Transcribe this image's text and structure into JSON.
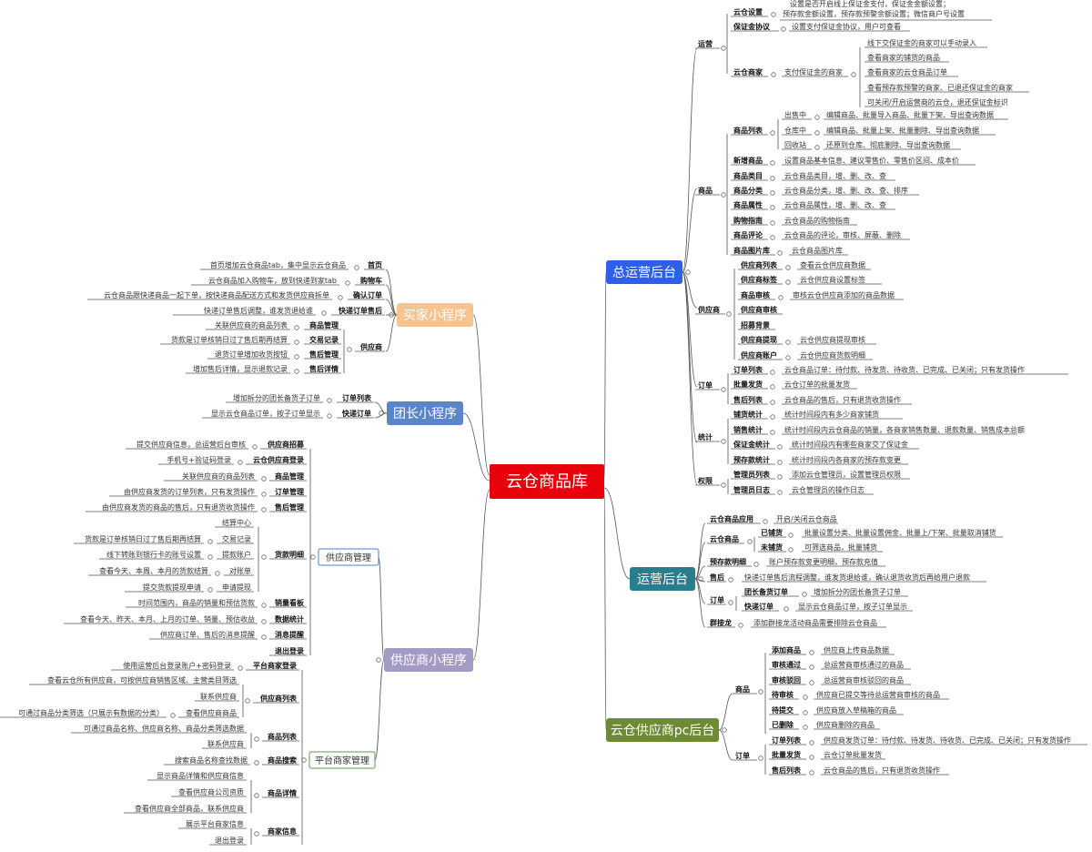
{
  "center": {
    "label": "云仓商品库",
    "color": "#e8000b"
  },
  "branches": {
    "b1": {
      "label": "总运营后台",
      "color": "#2f5fe8"
    },
    "b2": {
      "label": "运营后台",
      "color": "#2b7c8c"
    },
    "b3": {
      "label": "云仓供应商pc后台",
      "color": "#6d8b35"
    },
    "b4": {
      "label": "买家小程序",
      "color": "#f7c38f"
    },
    "b5": {
      "label": "团长小程序",
      "color": "#5b86c6"
    },
    "b6": {
      "label": "供应商小程序",
      "color": "#a49bc5"
    },
    "h1": {
      "label": "供应商管理"
    },
    "h2": {
      "label": "平台商家管理"
    }
  },
  "labels": {
    "r1": "运营",
    "r2": "云仓设置",
    "r3": "设置是否开启线上保证金支付，保证金金额设置；",
    "r4": "预存款金额设置，预存款预警余额设置；微信商户号设置",
    "r5": "保证金协议",
    "r6": "设置支付保证金协议，用户可查看",
    "r7": "云仓商家",
    "r8": "支付保证金的商家",
    "r9": "线下交保证金的商家可以手动录入",
    "r10": "查看商家的铺货的商品",
    "r11": "查看商家的云仓商品订单",
    "r12": "查看预存款预警的商家、已退还保证金的商家",
    "r13": "可关闭/开启运营商的云仓，退还保证金标识",
    "r14": "商品",
    "r15": "商品列表",
    "r16": "出售中",
    "r17": "编辑商品、批量导入商品、批量下架、导出查询数据",
    "r18": "仓库中",
    "r19": "编辑商品、批量上架、批量删除、导出查询数据",
    "r20": "回收站",
    "r21": "还原到仓库、彻底删除、导出查询数据",
    "r22": "新增商品",
    "r23": "设置商品基本信息、建议零售价、零售价区间、成本价",
    "r24": "商品类目",
    "r25": "云仓商品类目，增、删、改、查",
    "r26": "商品分类",
    "r27": "云仓商品分类，增、删、改、查、排序",
    "r28": "商品属性",
    "r29": "云仓商品属性，增、删、改、查",
    "r30": "购物指南",
    "r31": "云仓商品的购物指南",
    "r32": "商品评论",
    "r33": "云仓商品的评论，审核、屏蔽、删除",
    "r34": "商品图片库",
    "r35": "云仓商品图片库",
    "r36": "供应商",
    "r37": "供应商列表",
    "r38": "查看云仓供应商数据",
    "r39": "供应商标签",
    "r40": "云仓供应商设置标签",
    "r41": "商品审核",
    "r42": "审核云仓供应商添加的商品数据",
    "r43": "供应商审核",
    "r44": "招募背景",
    "r45": "供应商提现",
    "r46": "云仓供应商提现审核",
    "r47": "供应商账户",
    "r48": "云仓供应商货款明细",
    "r49": "订单",
    "r50": "订单列表",
    "r51": "云仓商品订单：待付款、待发货、待收货、已完成、已关闭；只有发货操作",
    "r52": "批量发货",
    "r53": "云仓订单的批量发货",
    "r54": "售后列表",
    "r55": "云仓商品的售后，只有退货收货操作",
    "r56": "统计",
    "r57": "铺货统计",
    "r58": "统计时间段内有多少商家铺货",
    "r59": "销售统计",
    "r60": "统计时间段内云仓商品的销量，各商家销售数量、退款数量、销售成本总额",
    "r61": "保证金统计",
    "r62": "统计时间段内有哪些商家交了保证金",
    "r63": "预存款统计",
    "r64": "统计时间段内各商家的预存款变更",
    "r65": "权限",
    "r66": "管理员列表",
    "r67": "添加云仓管理员，设置管理员权限",
    "r68": "管理员日志",
    "r69": "云仓管理员的操作日志",
    "o1": "云仓商品应用",
    "o2": "开启/关闭云仓商品",
    "o3": "云仓商品",
    "o4": "已铺货",
    "o5": "批量设置分类、批量设置佣金、批量上/下架、批量取消铺货",
    "o6": "未铺货",
    "o7": "可筛选商品，批量铺货",
    "o8": "预存款明细",
    "o9": "账户预存款变更明细，预存款充值",
    "o10": "售后",
    "o11": "快递订单售后流程调整，谁发货退给谁，确认退货收货后再给用户退款",
    "o12": "订单",
    "o13": "团长备货订单",
    "o14": "增加拆分的团长备货子订单",
    "o15": "快递订单",
    "o16": "显示云仓商品订单，按子订单显示",
    "o17": "群接龙",
    "o18": "添加群接龙活动商品需要排除云仓商品",
    "s1": "商品",
    "s2": "添加商品",
    "s3": "供应商上传商品数据",
    "s4": "审核通过",
    "s5": "总运营商审核通过的商品",
    "s6": "审核驳回",
    "s7": "总运营商审核驳回的商品",
    "s8": "待审核",
    "s9": "供应商已提交等待总运营商审核的商品",
    "s10": "待提交",
    "s11": "供应商放入草稿箱的商品",
    "s12": "已删除",
    "s13": "供应商删除的商品",
    "s14": "订单",
    "s15": "订单列表",
    "s16": "供应商发货订单：待付款、待发货、待收货、已完成、已关闭；只有发货操作",
    "s17": "批量发货",
    "s18": "云仓订单批量发货",
    "s19": "售后列表",
    "s20": "云仓商品的售后，只有退货收货操作",
    "m1": "首页",
    "m2": "首页增加云仓商品tab，集中显示云仓商品",
    "m3": "购物车",
    "m4": "云仓商品加入购物车，放到快递到家tab",
    "m5": "确认订单",
    "m6": "云仓商品跟快递商品一起下单，按快递商品配送方式和发货供应商拆单",
    "m7": "快递订单售后",
    "m8": "快递订单售后调整，谁发货退给谁",
    "m9": "供应商",
    "m10": "商品管理",
    "m11": "关联供应商的商品列表",
    "m12": "交易记录",
    "m13": "货款是订单核销日过了售后期再结算",
    "m14": "售后管理",
    "m15": "退货订单增加收货按钮",
    "m16": "售后详情",
    "m17": "增加售后详情，显示退款记录",
    "g1": "订单列表",
    "g2": "增加拆分的团长备货子订单",
    "g3": "快递订单",
    "g4": "显示云仓商品订单，按子订单显示",
    "p1": "供应商招募",
    "p2": "提交供应商信息，总运营后台审核",
    "p3": "云仓供应商登录",
    "p4": "手机号+验证码登录",
    "p5": "商品管理",
    "p6": "关联供应商的商品列表",
    "p7": "订单管理",
    "p8": "由供应商发货的订单列表，只有发货操作",
    "p9": "售后管理",
    "p10": "由供应商发货的商品的售后，只有退货收货操作",
    "p11": "货款明细",
    "p12": "结算中心",
    "p13": "交易记录",
    "p14": "货款是订单核销日过了售后期再结算",
    "p15": "提款账户",
    "p16": "线下转账到银行卡的账号设置",
    "p17": "对账单",
    "p18": "查看今天、本周、本月的货款结算",
    "p19": "申请提现",
    "p20": "提交货款提现申请",
    "p21": "销量看板",
    "p22": "时间范围内，商品的销量和预估货款",
    "p23": "数据统计",
    "p24": "查看今天、昨天、本月、上月的订单、销量、预估收益",
    "p25": "消息提醒",
    "p26": "供应商订单、售后的消息提醒",
    "p27": "退出登录",
    "q1": "平台商家登录",
    "q2": "使用运营后台登录账户+密码登录",
    "q3": "供应商列表",
    "q4": "查看云仓所有供应商，可按供应商销售区域、主营类目筛选",
    "q5": "联系供应商",
    "q6": "查看供应商商品",
    "q7": "可通过商品分类筛选（只展示有数据的分类）",
    "q8": "商品列表",
    "q9": "可通过商品名称、供应商名称、商品分类筛选数据",
    "q10": "联系供应商",
    "q11": "商品搜索",
    "q12": "搜索商品名称查找数据",
    "q13": "商品详情",
    "q14": "显示商品详情和供应商信息",
    "q15": "查看供应商公司资质",
    "q16": "查看供应商全部商品，联系供应商",
    "q17": "商家信息",
    "q18": "展示平台商家信息",
    "q19": "退出登录"
  }
}
